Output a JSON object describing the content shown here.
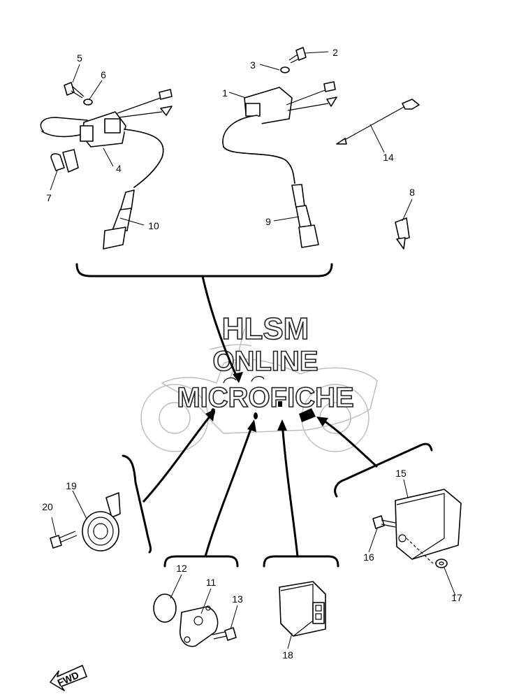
{
  "watermark": {
    "line1": "HLSM",
    "line2": "ONLINE",
    "line3": "MICROFICHE"
  },
  "fwd_label": "FWD",
  "callouts": [
    {
      "id": "1",
      "label": "1"
    },
    {
      "id": "2",
      "label": "2"
    },
    {
      "id": "3",
      "label": "3"
    },
    {
      "id": "4",
      "label": "4"
    },
    {
      "id": "5",
      "label": "5"
    },
    {
      "id": "6",
      "label": "6"
    },
    {
      "id": "7",
      "label": "7"
    },
    {
      "id": "8",
      "label": "8"
    },
    {
      "id": "9",
      "label": "9"
    },
    {
      "id": "10",
      "label": "10"
    },
    {
      "id": "11",
      "label": "11"
    },
    {
      "id": "12",
      "label": "12"
    },
    {
      "id": "13",
      "label": "13"
    },
    {
      "id": "14",
      "label": "14"
    },
    {
      "id": "15",
      "label": "15"
    },
    {
      "id": "16",
      "label": "16"
    },
    {
      "id": "17",
      "label": "17"
    },
    {
      "id": "18",
      "label": "18"
    },
    {
      "id": "19",
      "label": "19"
    },
    {
      "id": "20",
      "label": "20"
    }
  ]
}
